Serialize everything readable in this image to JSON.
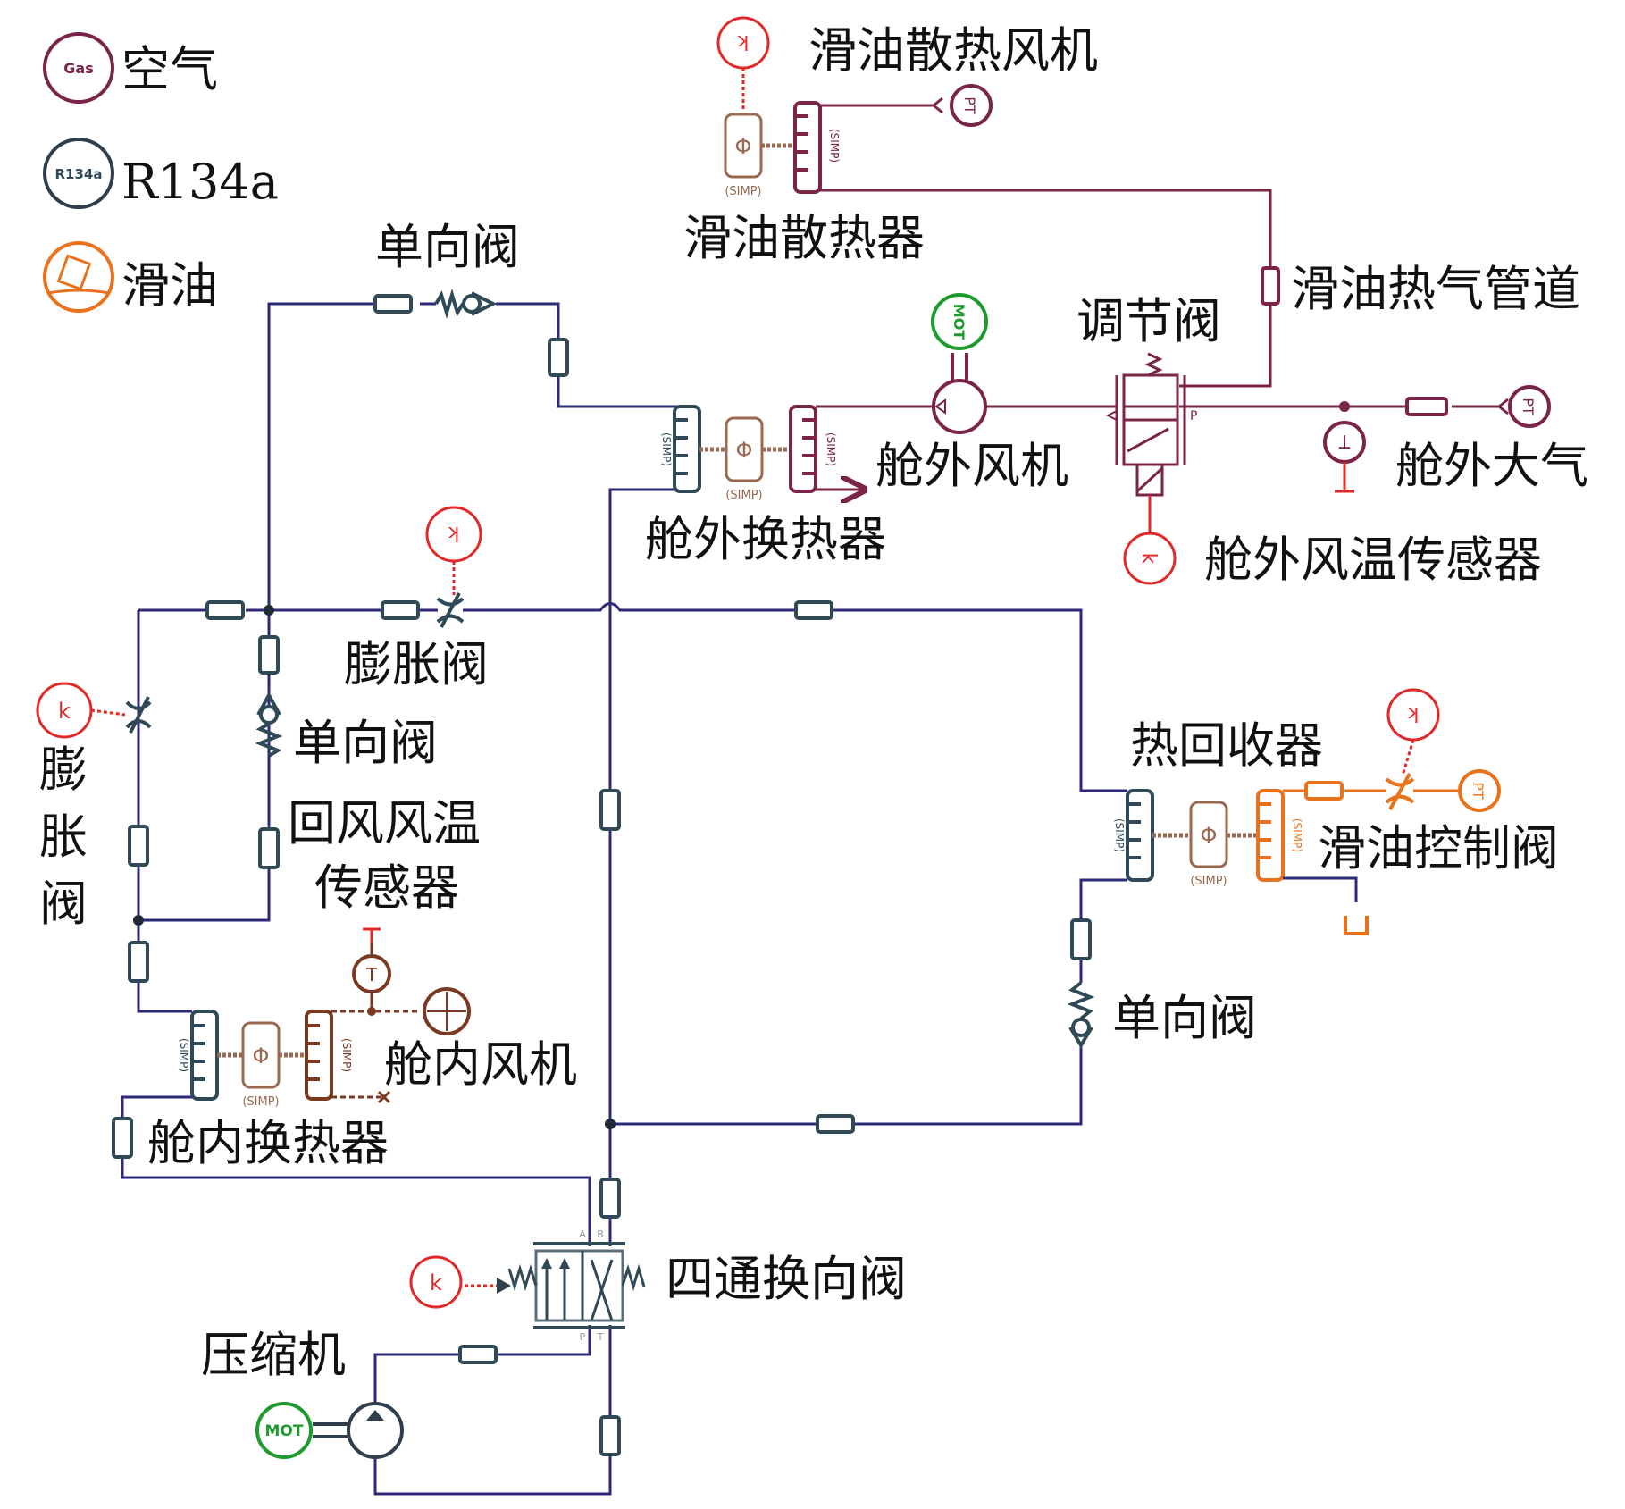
{
  "legend": [
    {
      "icon": "gas-icon",
      "icon_text": "Gas",
      "label": "空气",
      "color": "#7a2447"
    },
    {
      "icon": "r134a-icon",
      "icon_text": "R134a",
      "label": "R134a",
      "color": "#2f3e4a"
    },
    {
      "icon": "oil-icon",
      "icon_text": "",
      "label": "滑油",
      "color": "#e8731c"
    }
  ],
  "colors": {
    "refrigerant_pipe": "#2e2a7a",
    "air_pipe": "#7a2447",
    "oil_pipe": "#e8731c",
    "signal": "#e02a2a",
    "motor": "#1f9a2e",
    "component_dark": "#2f4a56",
    "thermal": "#9a6a50"
  },
  "symbols": {
    "simp": "(SIMP)",
    "signal_k": "k",
    "motor": "MOT",
    "temp_sensor": "T",
    "pt_source": "PT",
    "valve_ports_top": [
      "A",
      "B"
    ],
    "valve_ports_bottom": [
      "P",
      "T"
    ],
    "control_valve_port": "P"
  },
  "labels": {
    "oil_cooling_fan": "滑油散热风机",
    "oil_radiator": "滑油散热器",
    "check_valve_top": "单向阀",
    "oil_hot_air_duct": "滑油热气管道",
    "regulating_valve": "调节阀",
    "outdoor_fan": "舱外风机",
    "outdoor_atmosphere": "舱外大气",
    "outdoor_heat_exchanger": "舱外换热器",
    "outdoor_air_temp_sensor": "舱外风温传感器",
    "expansion_valve_top": "膨胀阀",
    "expansion_valve_left_1": "膨",
    "expansion_valve_left_2": "胀",
    "expansion_valve_left_3": "阀",
    "check_valve_mid": "单向阀",
    "return_air_temp_sensor_1": "回风风温",
    "return_air_temp_sensor_2": "传感器",
    "heat_recovery": "热回收器",
    "oil_control_valve": "滑油控制阀",
    "check_valve_right": "单向阀",
    "cabin_fan": "舱内风机",
    "cabin_heat_exchanger": "舱内换热器",
    "four_way_valve": "四通换向阀",
    "compressor": "压缩机"
  }
}
